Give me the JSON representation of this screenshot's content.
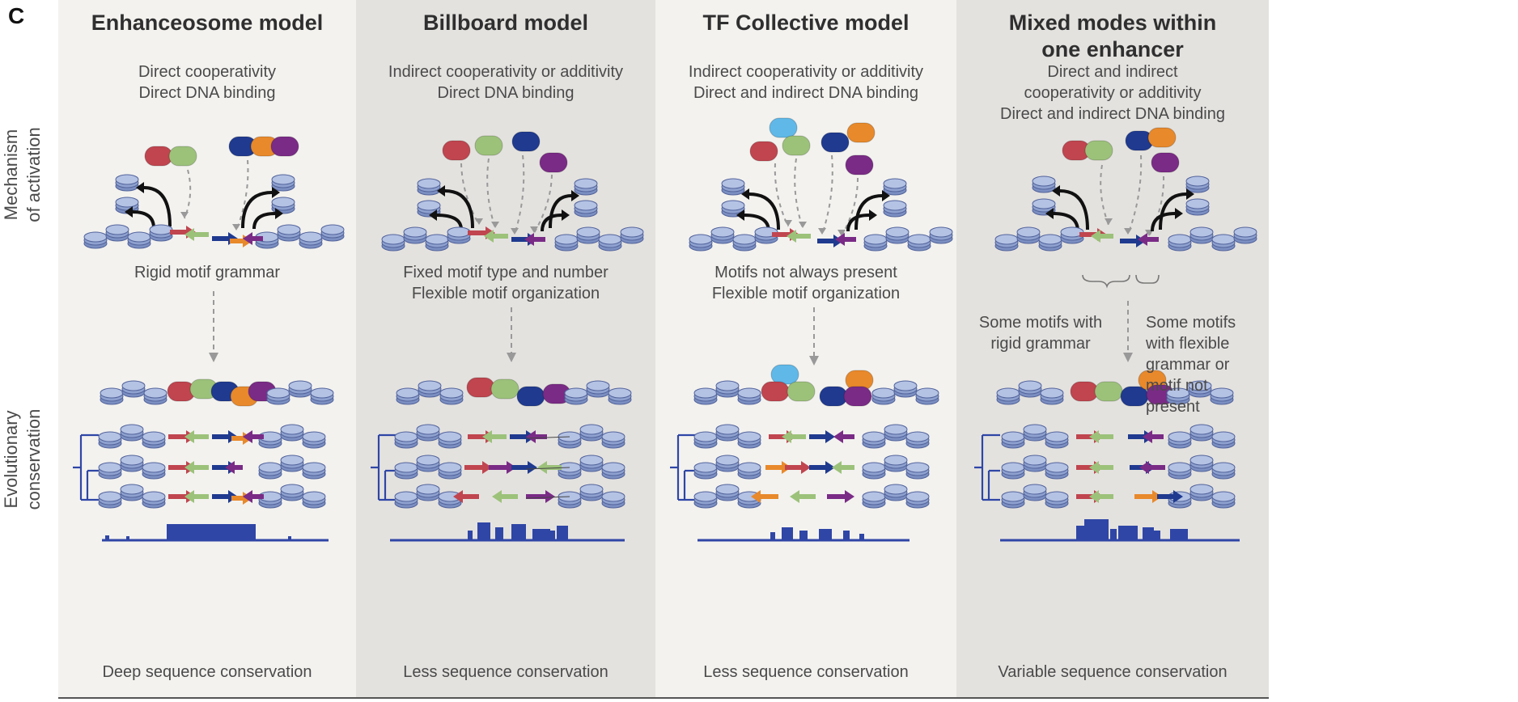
{
  "figure_label": "C",
  "row_labels": {
    "mechanism": "Mechanism\nof activation",
    "evolution": "Evolutionary\nconservation"
  },
  "panels": [
    {
      "title": "Enhanceosome model",
      "mechanism": "Direct cooperativity\nDirect DNA binding",
      "grammar": "Rigid motif grammar",
      "conservation": "Deep sequence conservation"
    },
    {
      "title": "Billboard model",
      "mechanism": "Indirect cooperativity or additivity\nDirect DNA binding",
      "grammar": "Fixed motif type and number\nFlexible motif organization",
      "conservation": "Less sequence conservation"
    },
    {
      "title": "TF Collective model",
      "mechanism": "Indirect cooperativity or additivity\nDirect and indirect DNA binding",
      "grammar": "Motifs not always present\nFlexible motif organization",
      "conservation": "Less sequence conservation"
    },
    {
      "title": "Mixed modes within\none enhancer",
      "mechanism": "Direct and indirect\ncooperativity or additivity\nDirect and indirect DNA binding",
      "grammar_left": "Some motifs with\nrigid grammar",
      "grammar_right": "Some motifs\nwith flexible\ngrammar or\nmotif not\npresent",
      "conservation": "Variable sequence conservation"
    }
  ],
  "colors": {
    "red": "#c0454f",
    "green": "#9cc27a",
    "blue": "#1f3a8f",
    "orange": "#e8892b",
    "purple": "#7a2b86",
    "cyan": "#5fb8e8",
    "nucleosome": "#8ea1cf",
    "conservation_track": "#2f46a6"
  }
}
